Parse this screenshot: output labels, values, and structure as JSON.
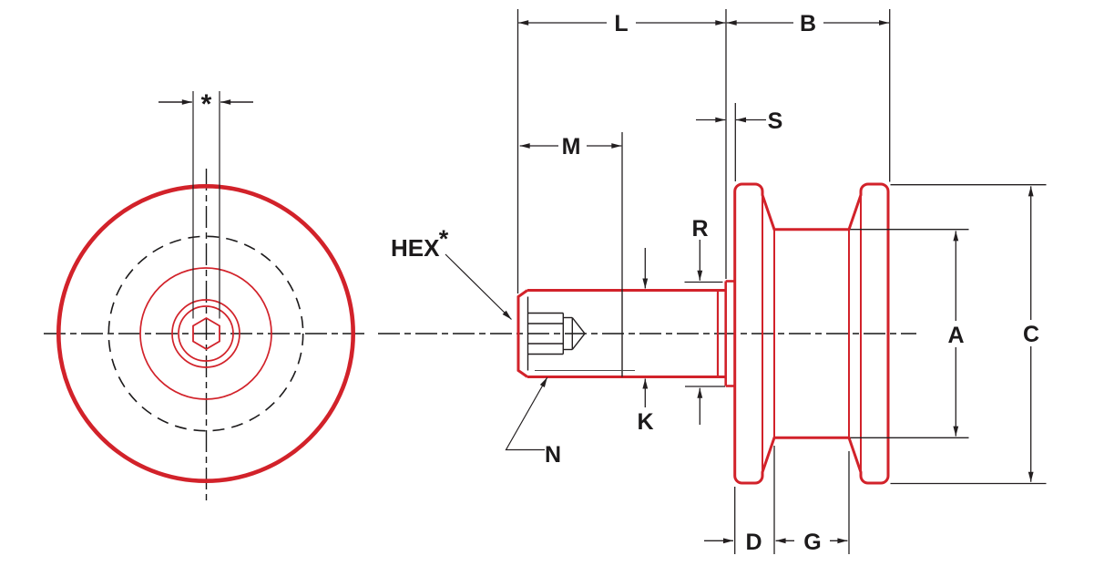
{
  "drawing": {
    "front_view": {
      "star": "*"
    },
    "side_view": {
      "hex_label": "HEX",
      "hex_sup": "*",
      "dims": {
        "L": "L",
        "B": "B",
        "S": "S",
        "M": "M",
        "R": "R",
        "K": "K",
        "N": "N",
        "A": "A",
        "C": "C",
        "D": "D",
        "G": "G"
      }
    },
    "colors": {
      "part": "#D2222A",
      "dim": "#231F20"
    }
  }
}
